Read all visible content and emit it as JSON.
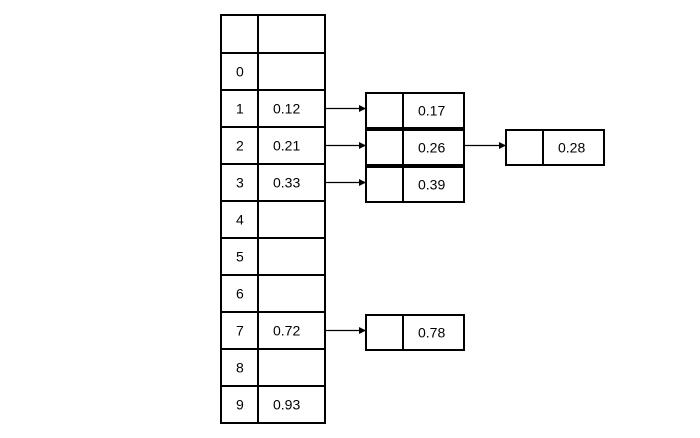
{
  "buckets": [
    {
      "index": "",
      "value": ""
    },
    {
      "index": "0",
      "value": ""
    },
    {
      "index": "1",
      "value": "0.12",
      "chain": [
        "0.17"
      ]
    },
    {
      "index": "2",
      "value": "0.21",
      "chain": [
        "0.26",
        "0.28"
      ]
    },
    {
      "index": "3",
      "value": "0.33",
      "chain": [
        "0.39"
      ]
    },
    {
      "index": "4",
      "value": ""
    },
    {
      "index": "5",
      "value": ""
    },
    {
      "index": "6",
      "value": ""
    },
    {
      "index": "7",
      "value": "0.72",
      "chain": [
        "0.78"
      ]
    },
    {
      "index": "8",
      "value": ""
    },
    {
      "index": "9",
      "value": "0.93"
    }
  ],
  "colors": {
    "stroke": "#000000",
    "text": "#000000",
    "background": "#ffffff"
  }
}
